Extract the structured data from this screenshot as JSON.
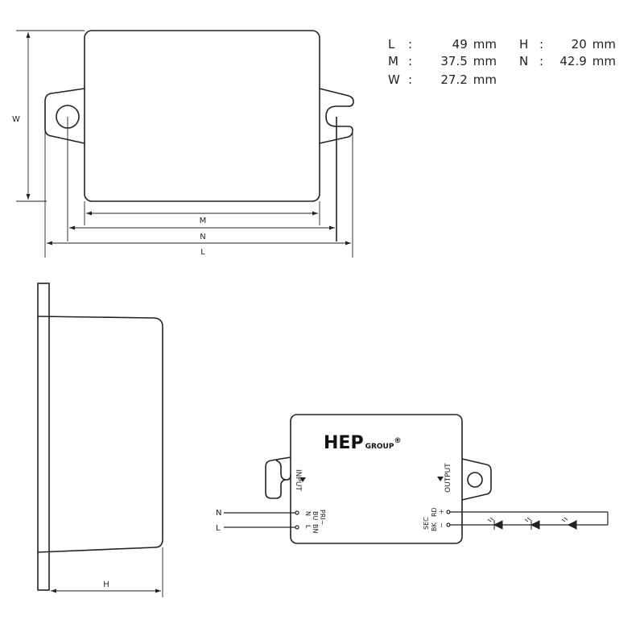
{
  "dimensions": [
    {
      "key": "L",
      "value": "49",
      "unit": "mm"
    },
    {
      "key": "M",
      "value": "37.5",
      "unit": "mm"
    },
    {
      "key": "W",
      "value": "27.2",
      "unit": "mm"
    },
    {
      "key": "H",
      "value": "20",
      "unit": "mm"
    },
    {
      "key": "N",
      "value": "42.9",
      "unit": "mm"
    }
  ],
  "top_view_labels": {
    "w": "W",
    "m": "M",
    "n": "N",
    "l": "L"
  },
  "side_view_labels": {
    "h": "H"
  },
  "wiring": {
    "brand": "HEP",
    "brand_suffix": "GROUP",
    "registered": "®",
    "input_label": "INPUT",
    "output_label": "OUTPUT",
    "input_wire_n": "N",
    "input_wire_l": "L",
    "pri_label": "PRI~",
    "pri_bu": "BU",
    "pri_bn": "BN",
    "pri_n": "N",
    "pri_l": "L",
    "sec_label": "SEC",
    "sec_rd": "RD",
    "sec_bk": "BK",
    "plus": "+",
    "minus": "−"
  },
  "colors": {
    "line": "#222222",
    "text": "#222222",
    "background": "#ffffff"
  }
}
